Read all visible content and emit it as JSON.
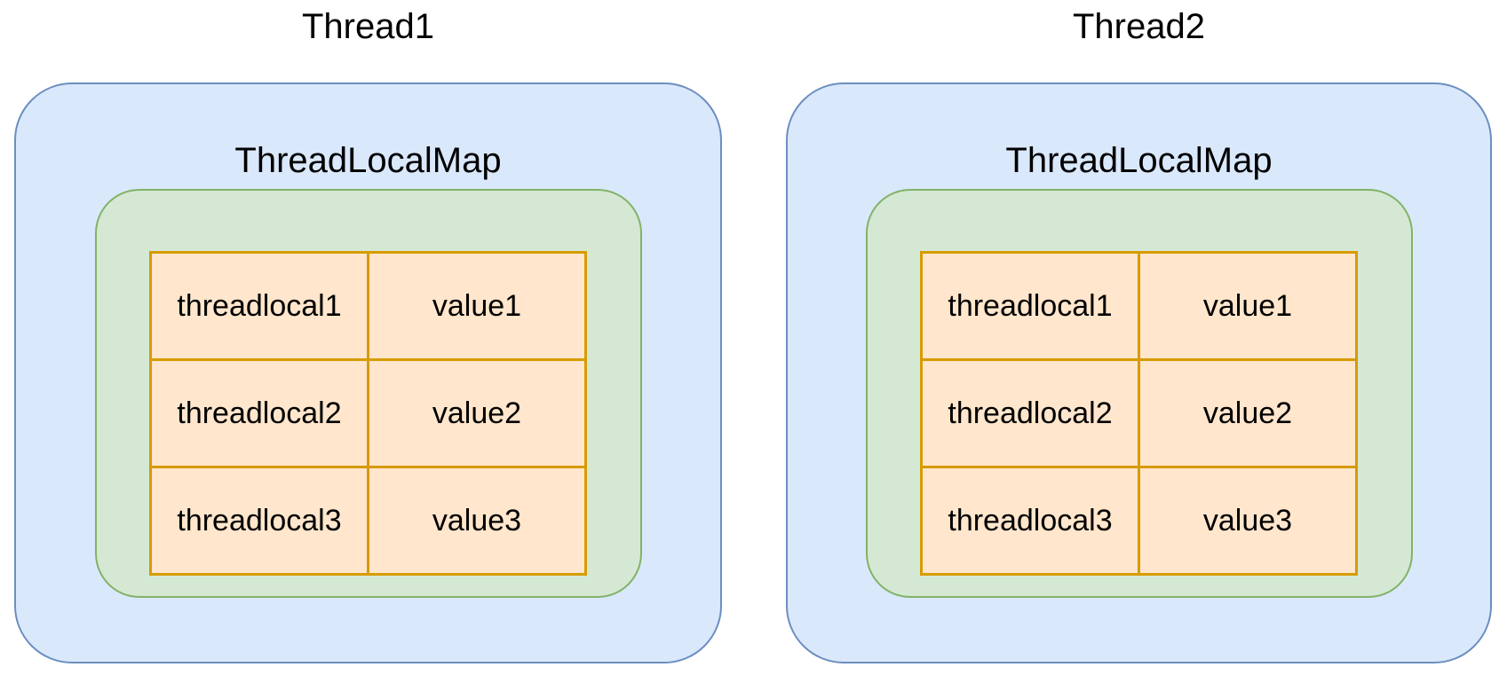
{
  "diagram": {
    "type": "nested-container-diagram",
    "background": "#ffffff",
    "colors": {
      "thread_fill": "#dae8fc",
      "thread_stroke": "#6c8ebf",
      "map_fill": "#d5e8d4",
      "map_stroke": "#82b366",
      "cell_fill": "#ffe6cc",
      "cell_stroke": "#d79b00",
      "text": "#000000"
    },
    "threads": [
      {
        "title": "Thread1",
        "map_label": "ThreadLocalMap",
        "entries": [
          {
            "key": "threadlocal1",
            "value": "value1"
          },
          {
            "key": "threadlocal2",
            "value": "value2"
          },
          {
            "key": "threadlocal3",
            "value": "value3"
          }
        ]
      },
      {
        "title": "Thread2",
        "map_label": "ThreadLocalMap",
        "entries": [
          {
            "key": "threadlocal1",
            "value": "value1"
          },
          {
            "key": "threadlocal2",
            "value": "value2"
          },
          {
            "key": "threadlocal3",
            "value": "value3"
          }
        ]
      }
    ]
  }
}
